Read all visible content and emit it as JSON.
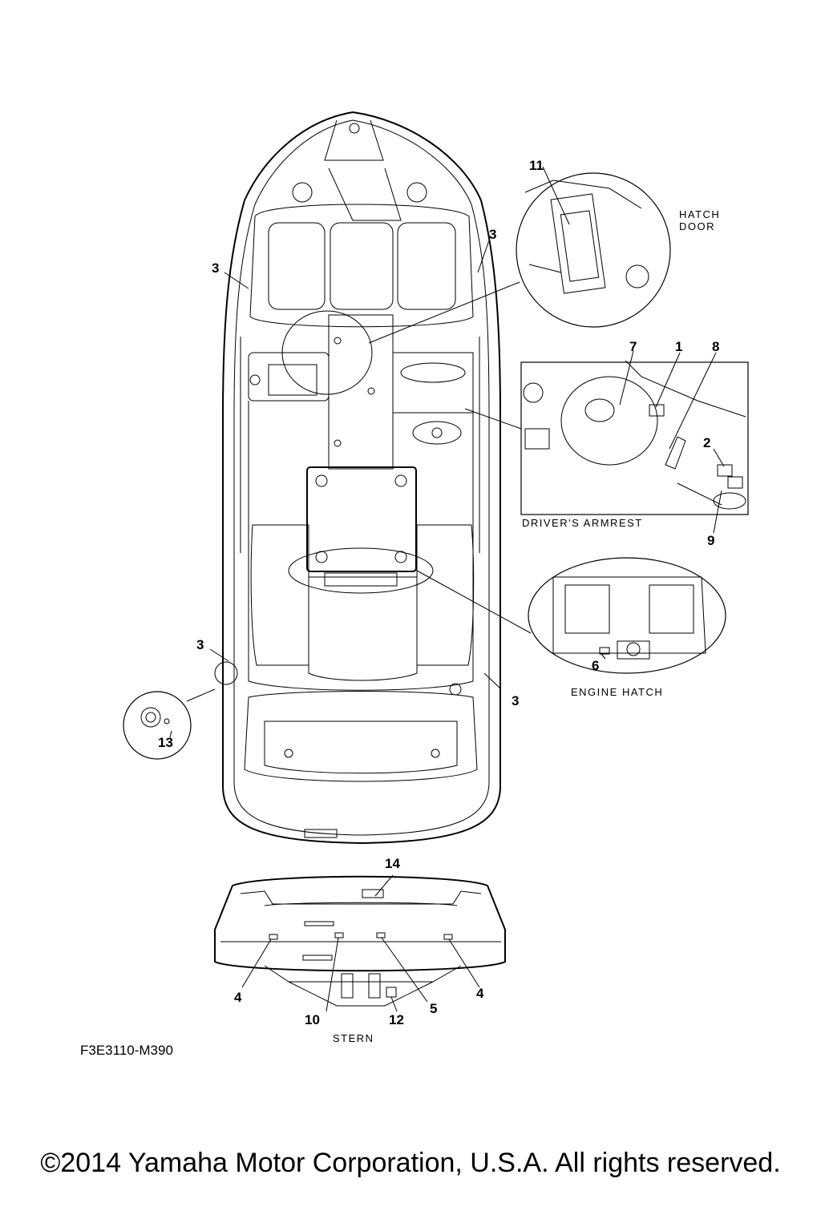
{
  "callouts": [
    "1",
    "2",
    "3",
    "4",
    "5",
    "6",
    "7",
    "8",
    "9",
    "10",
    "11",
    "12",
    "13",
    "14"
  ],
  "labels": {
    "hatch_door_1": "HATCH",
    "hatch_door_2": "DOOR",
    "drivers_armrest": "DRIVER'S ARMREST",
    "engine_hatch": "ENGINE HATCH",
    "stern": "STERN"
  },
  "diagram_code": "F3E3110-M390",
  "copyright": "©2014 Yamaha Motor Corporation, U.S.A. All rights reserved."
}
